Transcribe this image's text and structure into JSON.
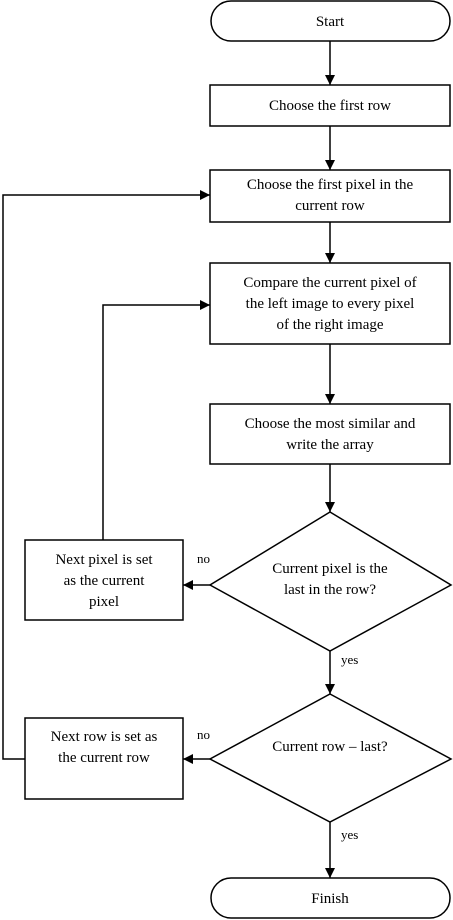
{
  "flowchart": {
    "nodes": {
      "start": {
        "label": "Start"
      },
      "choose_first_row": {
        "label": "Choose the first row"
      },
      "choose_first_pixel": {
        "line1": "Choose the first pixel in the",
        "line2": "current row"
      },
      "compare_pixel": {
        "line1": "Compare the current pixel of",
        "line2": "the left image to every pixel",
        "line3": "of the right image"
      },
      "choose_similar": {
        "line1": "Choose the most similar and",
        "line2": "write the array"
      },
      "is_last_pixel": {
        "line1": "Current pixel is the",
        "line2": "last in the row?"
      },
      "next_pixel": {
        "line1": "Next pixel is set",
        "line2": "as the current",
        "line3": "pixel"
      },
      "is_last_row": {
        "label": "Current row – last?"
      },
      "next_row": {
        "line1": "Next row is set as",
        "line2": "the current row"
      },
      "finish": {
        "label": "Finish"
      }
    },
    "edges": {
      "last_pixel_no": "no",
      "last_pixel_yes": "yes",
      "last_row_no": "no",
      "last_row_yes": "yes"
    }
  }
}
